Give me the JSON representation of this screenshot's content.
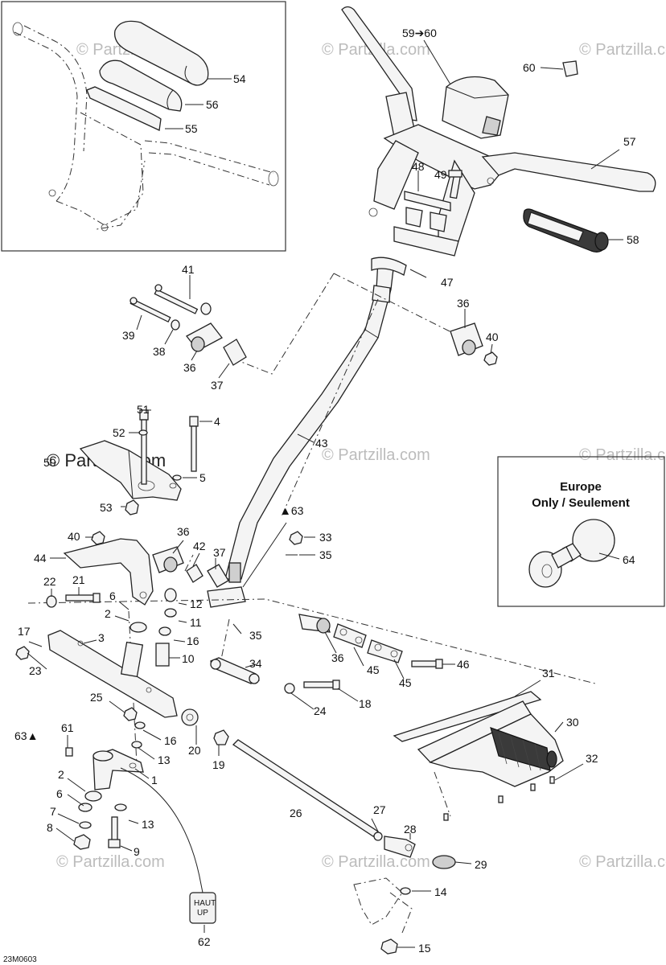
{
  "callouts": [
    "54",
    "56",
    "55",
    "59➔60",
    "60",
    "57",
    "48",
    "49",
    "58",
    "47",
    "41",
    "39",
    "38",
    "36",
    "37",
    "36",
    "40",
    "51",
    "52",
    "4",
    "50",
    "5",
    "53",
    "43",
    "▲63",
    "40",
    "36",
    "33",
    "35",
    "44",
    "42",
    "37",
    "22",
    "21",
    "6",
    "12",
    "2",
    "11",
    "3",
    "16",
    "17",
    "10",
    "23",
    "35",
    "34",
    "36",
    "45",
    "46",
    "45",
    "25",
    "24",
    "18",
    "31",
    "30",
    "63▲",
    "61",
    "16",
    "20",
    "19",
    "32",
    "13",
    "1",
    "2",
    "26",
    "27",
    "6",
    "13",
    "7",
    "28",
    "8",
    "9",
    "29",
    "14",
    "62",
    "15"
  ],
  "inset_title_line1": "Europe",
  "inset_title_line2": "Only / Seulement",
  "inset_callout": "64",
  "watermark": "© Partzilla.com",
  "watermark_logo": "© Partzilla.com",
  "drawing_code": "23M0603",
  "label_haut": "HAUT",
  "label_up": "UP"
}
